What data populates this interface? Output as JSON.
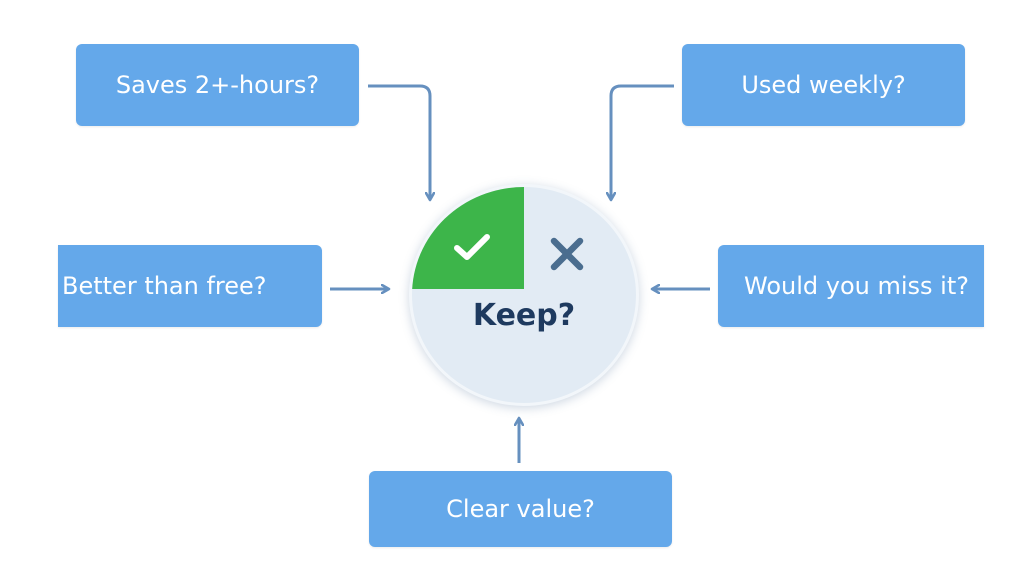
{
  "hub": {
    "title": "Keep?",
    "check_icon": "check-icon",
    "cross_icon": "close-icon",
    "accept_color": "#3db54a",
    "reject_color": "#4a6d8f"
  },
  "criteria": {
    "saves_time": "Saves 2+-hours?",
    "used_weekly": "Used weekly?",
    "better_than_free": "Better than free?",
    "would_miss": "Would you miss it?",
    "clear_value": "Clear value?"
  },
  "colors": {
    "box": "#64a8ea",
    "arrow": "#6690bf",
    "hub_background": "#e2ebf4"
  }
}
